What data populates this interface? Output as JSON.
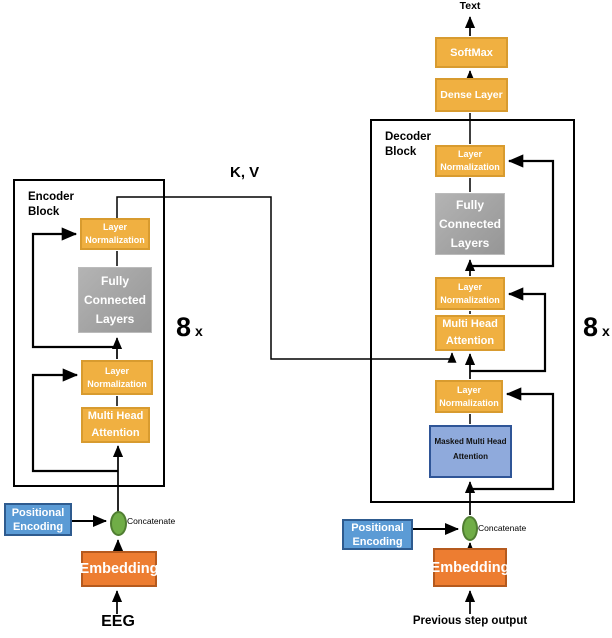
{
  "palette": {
    "gold_fill": "#F0B041",
    "gold_border": "#D89B2F",
    "gray_fill": "#A3A3A3",
    "gray_border": "#BBBBBB",
    "masked_fill": "#8FAADC",
    "masked_border": "#2F5597",
    "blue_fill": "#5B9BD5",
    "blue_border": "#2E5B8F",
    "orange_fill": "#ED7D31",
    "orange_border": "#B55A1E",
    "green_fill": "#70AD47",
    "green_border": "#507E32",
    "line_color": "#000000"
  },
  "output": {
    "text_label": "Text",
    "softmax": "SoftMax",
    "dense": "Dense Layer"
  },
  "connections": {
    "kv_label": "K, V"
  },
  "encoder": {
    "block_label": "Encoder Block",
    "repeat_count": "8",
    "repeat_suffix": "x",
    "ln_top": "Layer Normalization",
    "fc": "Fully Connected Layers",
    "ln_mid": "Layer Normalization",
    "mha": "Multi Head Attention",
    "pos_enc": "Positional Encoding",
    "concat": "Concatenate",
    "embedding": "Embedding",
    "input": "EEG"
  },
  "decoder": {
    "block_label": "Decoder Block",
    "repeat_count": "8",
    "repeat_suffix": "x",
    "ln_top": "Layer Normalization",
    "fc": "Fully Connected Layers",
    "ln_mid": "Layer Normalization",
    "mha": "Multi Head Attention",
    "ln_bottom": "Layer Normalization",
    "masked_mha": "Masked Multi Head Attention",
    "pos_enc": "Positional Encoding",
    "concat": "Concatenate",
    "embedding": "Embedding",
    "input": "Previous step output"
  }
}
